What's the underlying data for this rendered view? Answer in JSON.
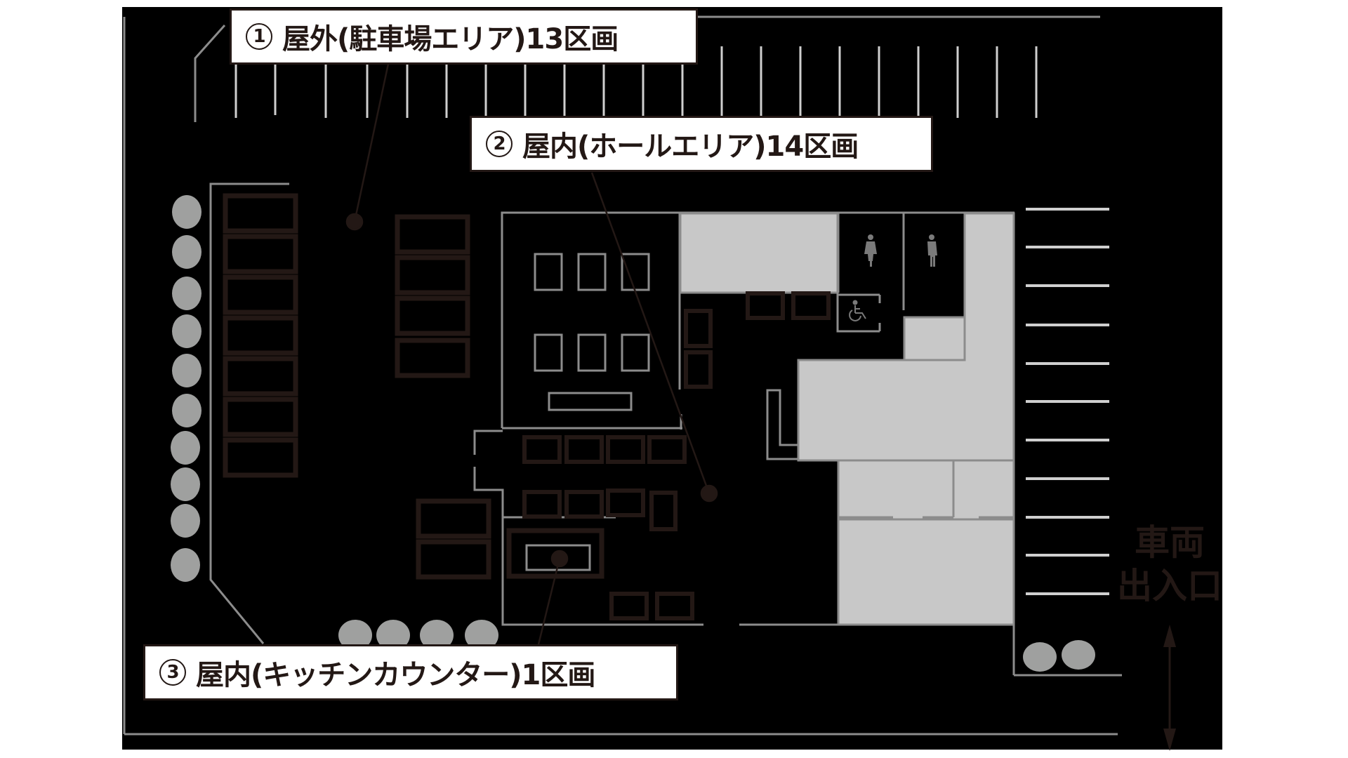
{
  "labels": [
    {
      "number": "1",
      "text": "屋外(駐車場エリア)13区画",
      "zone": "outdoor-parking",
      "spaces": 13
    },
    {
      "number": "2",
      "text": "屋内(ホールエリア)14区画",
      "zone": "indoor-hall",
      "spaces": 14
    },
    {
      "number": "3",
      "text": "屋内(キッチンカウンター)1区画",
      "zone": "indoor-kitchen-counter",
      "spaces": 1
    }
  ],
  "entrance": {
    "line1": "車両",
    "line2": "出入口"
  },
  "icons": [
    "female-restroom-icon",
    "male-restroom-icon",
    "wheelchair-icon",
    "bidirectional-arrow-icon",
    "tree-icon"
  ],
  "colors": {
    "background": "#000000",
    "wall": "#8c8c8c",
    "building_fill": "#c8c8c8",
    "booth_outline": "#231815",
    "parking_line": "#cfcfcf",
    "tree": "#9fa09f",
    "label_bg": "#ffffff",
    "label_text": "#231815"
  }
}
